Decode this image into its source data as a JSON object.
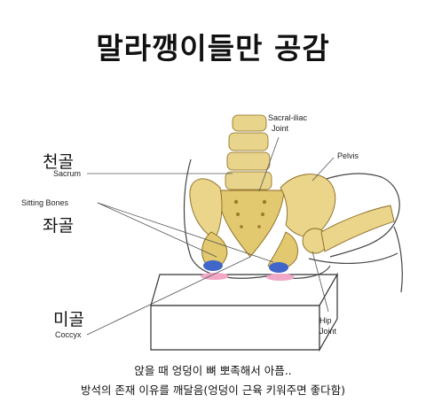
{
  "title": "말라깽이들만 공감",
  "labels": {
    "sacrum_kr": "천골",
    "sacrum_en": "Sacrum",
    "sitting_en": "Sitting Bones",
    "sitting_kr": "좌골",
    "coccyx_kr": "미골",
    "coccyx_en": "Coccyx",
    "sacroiliac_line1": "Sacral-iliac",
    "sacroiliac_line2": "Joint",
    "pelvis": "Pelvis",
    "hip_line1": "Hip",
    "hip_line2": "Joint"
  },
  "caption": {
    "line1": "앉을 때 엉덩이 뼈 뽀족해서 아픔..",
    "line2": "방석의 존재 이유를 깨달음(엉덩이 근육 키워주면 좋다함)"
  },
  "colors": {
    "bone": "#e8d48a",
    "bone_shadow": "#c9a94a",
    "contact_blue": "#3f66c8",
    "contact_pink": "#f2a9c8"
  }
}
